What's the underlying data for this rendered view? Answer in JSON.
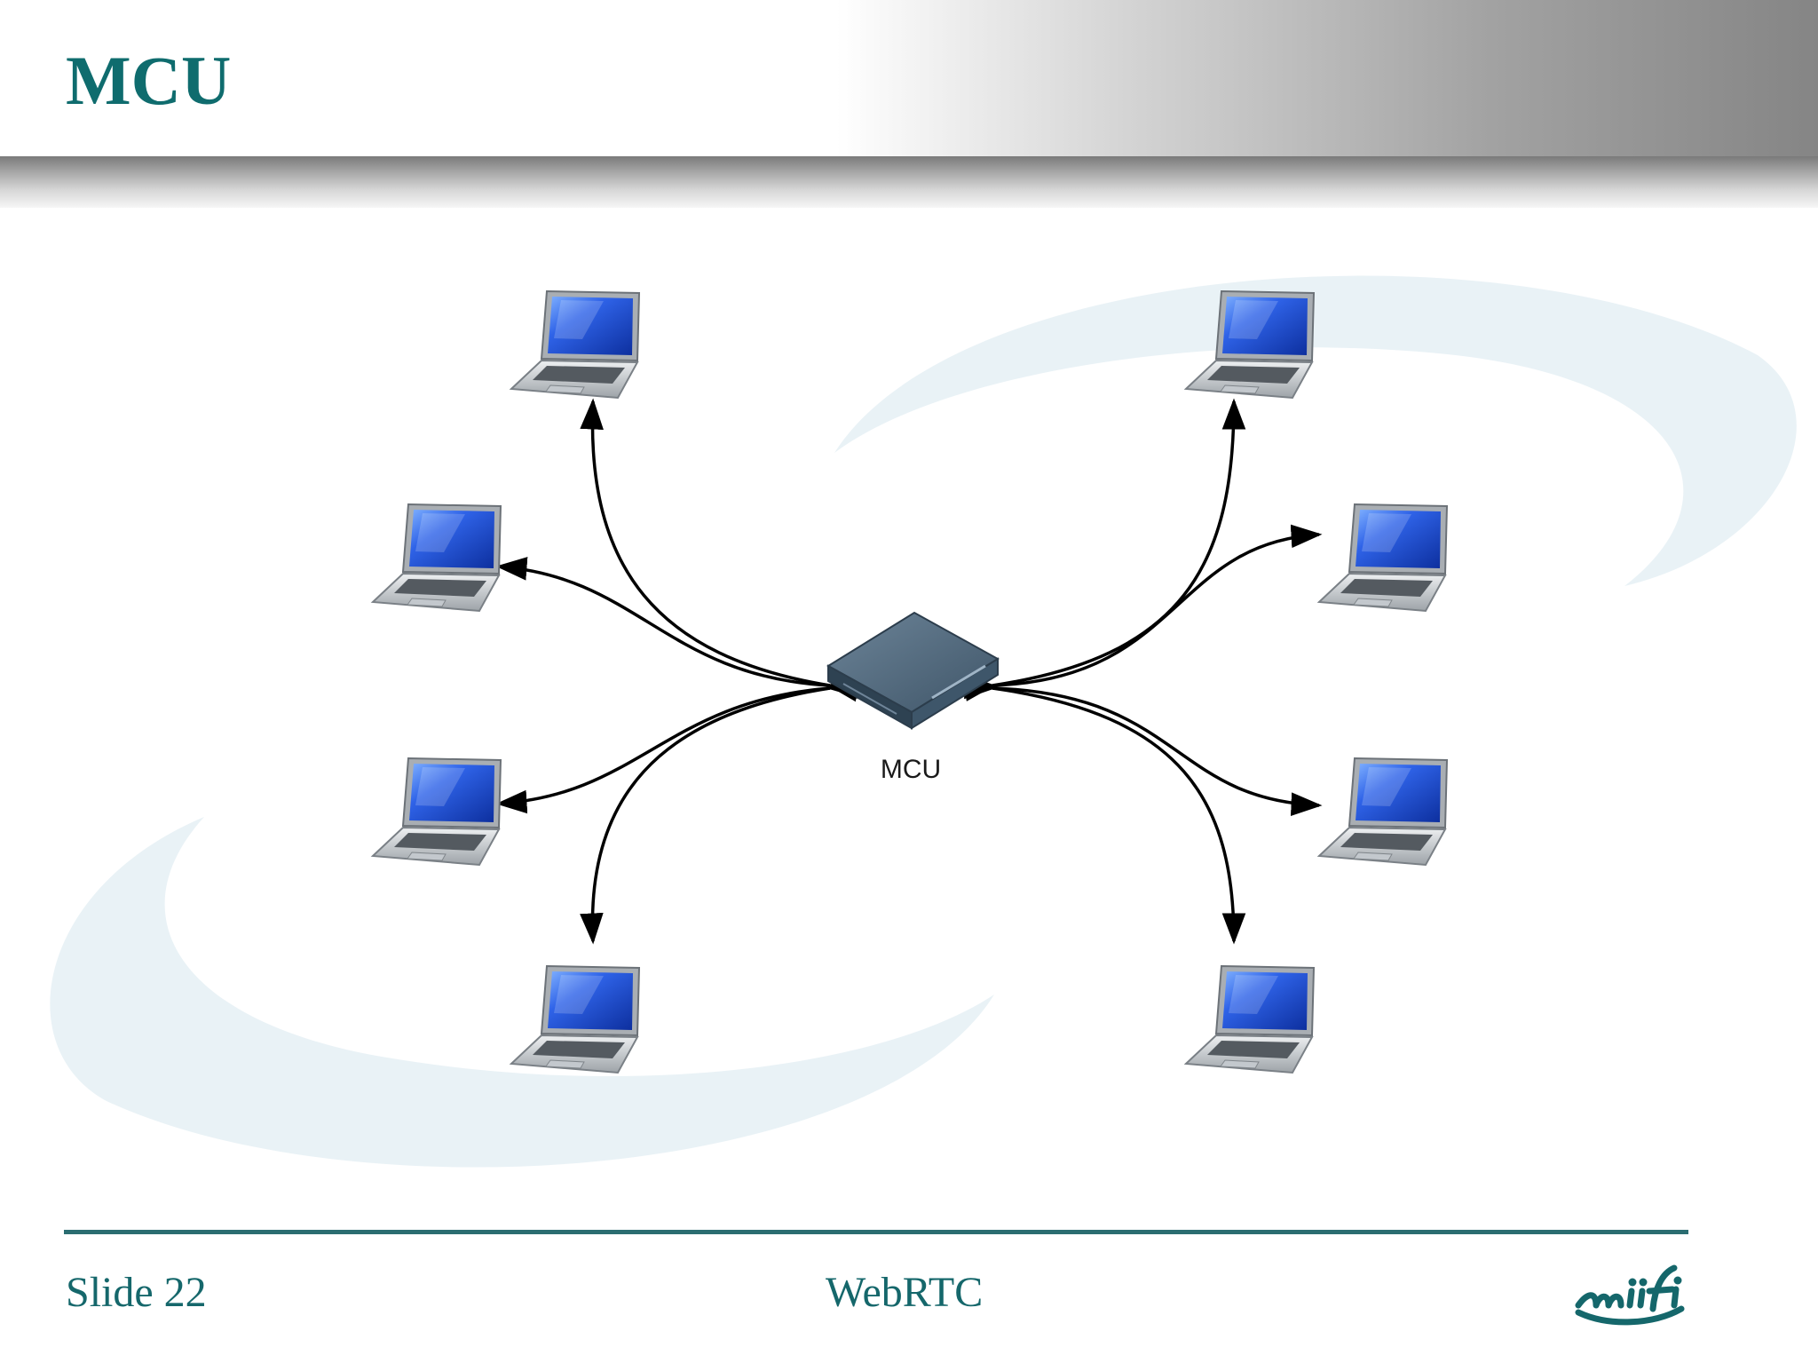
{
  "slide": {
    "title": "MCU",
    "number_label": "Slide 22",
    "footer_center": "WebRTC"
  },
  "diagram": {
    "center_label": "MCU",
    "center_device": "server-device-icon",
    "device_icon": "laptop-icon",
    "left_devices": 4,
    "right_devices": 4,
    "connections": "bidirectional-arrows"
  },
  "colors": {
    "accent": "#0f6c6e",
    "footer_text": "#15676b",
    "footer_line": "#2b6d71",
    "screen_blue": "#1f4fd6",
    "server_body": "#4d6478",
    "swoosh": "#e2eef3"
  }
}
